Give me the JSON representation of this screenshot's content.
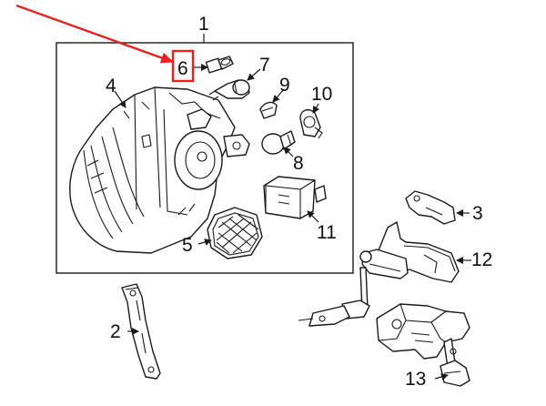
{
  "diagram": {
    "callouts": {
      "c1": "1",
      "c2": "2",
      "c3": "3",
      "c4": "4",
      "c5": "5",
      "c6": "6",
      "c7": "7",
      "c8": "8",
      "c9": "9",
      "c10": "10",
      "c11": "11",
      "c12": "12",
      "c13": "13"
    },
    "colors": {
      "highlight": "#e8231f",
      "line": "#1a1a1a",
      "background": "#ffffff"
    },
    "highlighted_part": "6"
  }
}
